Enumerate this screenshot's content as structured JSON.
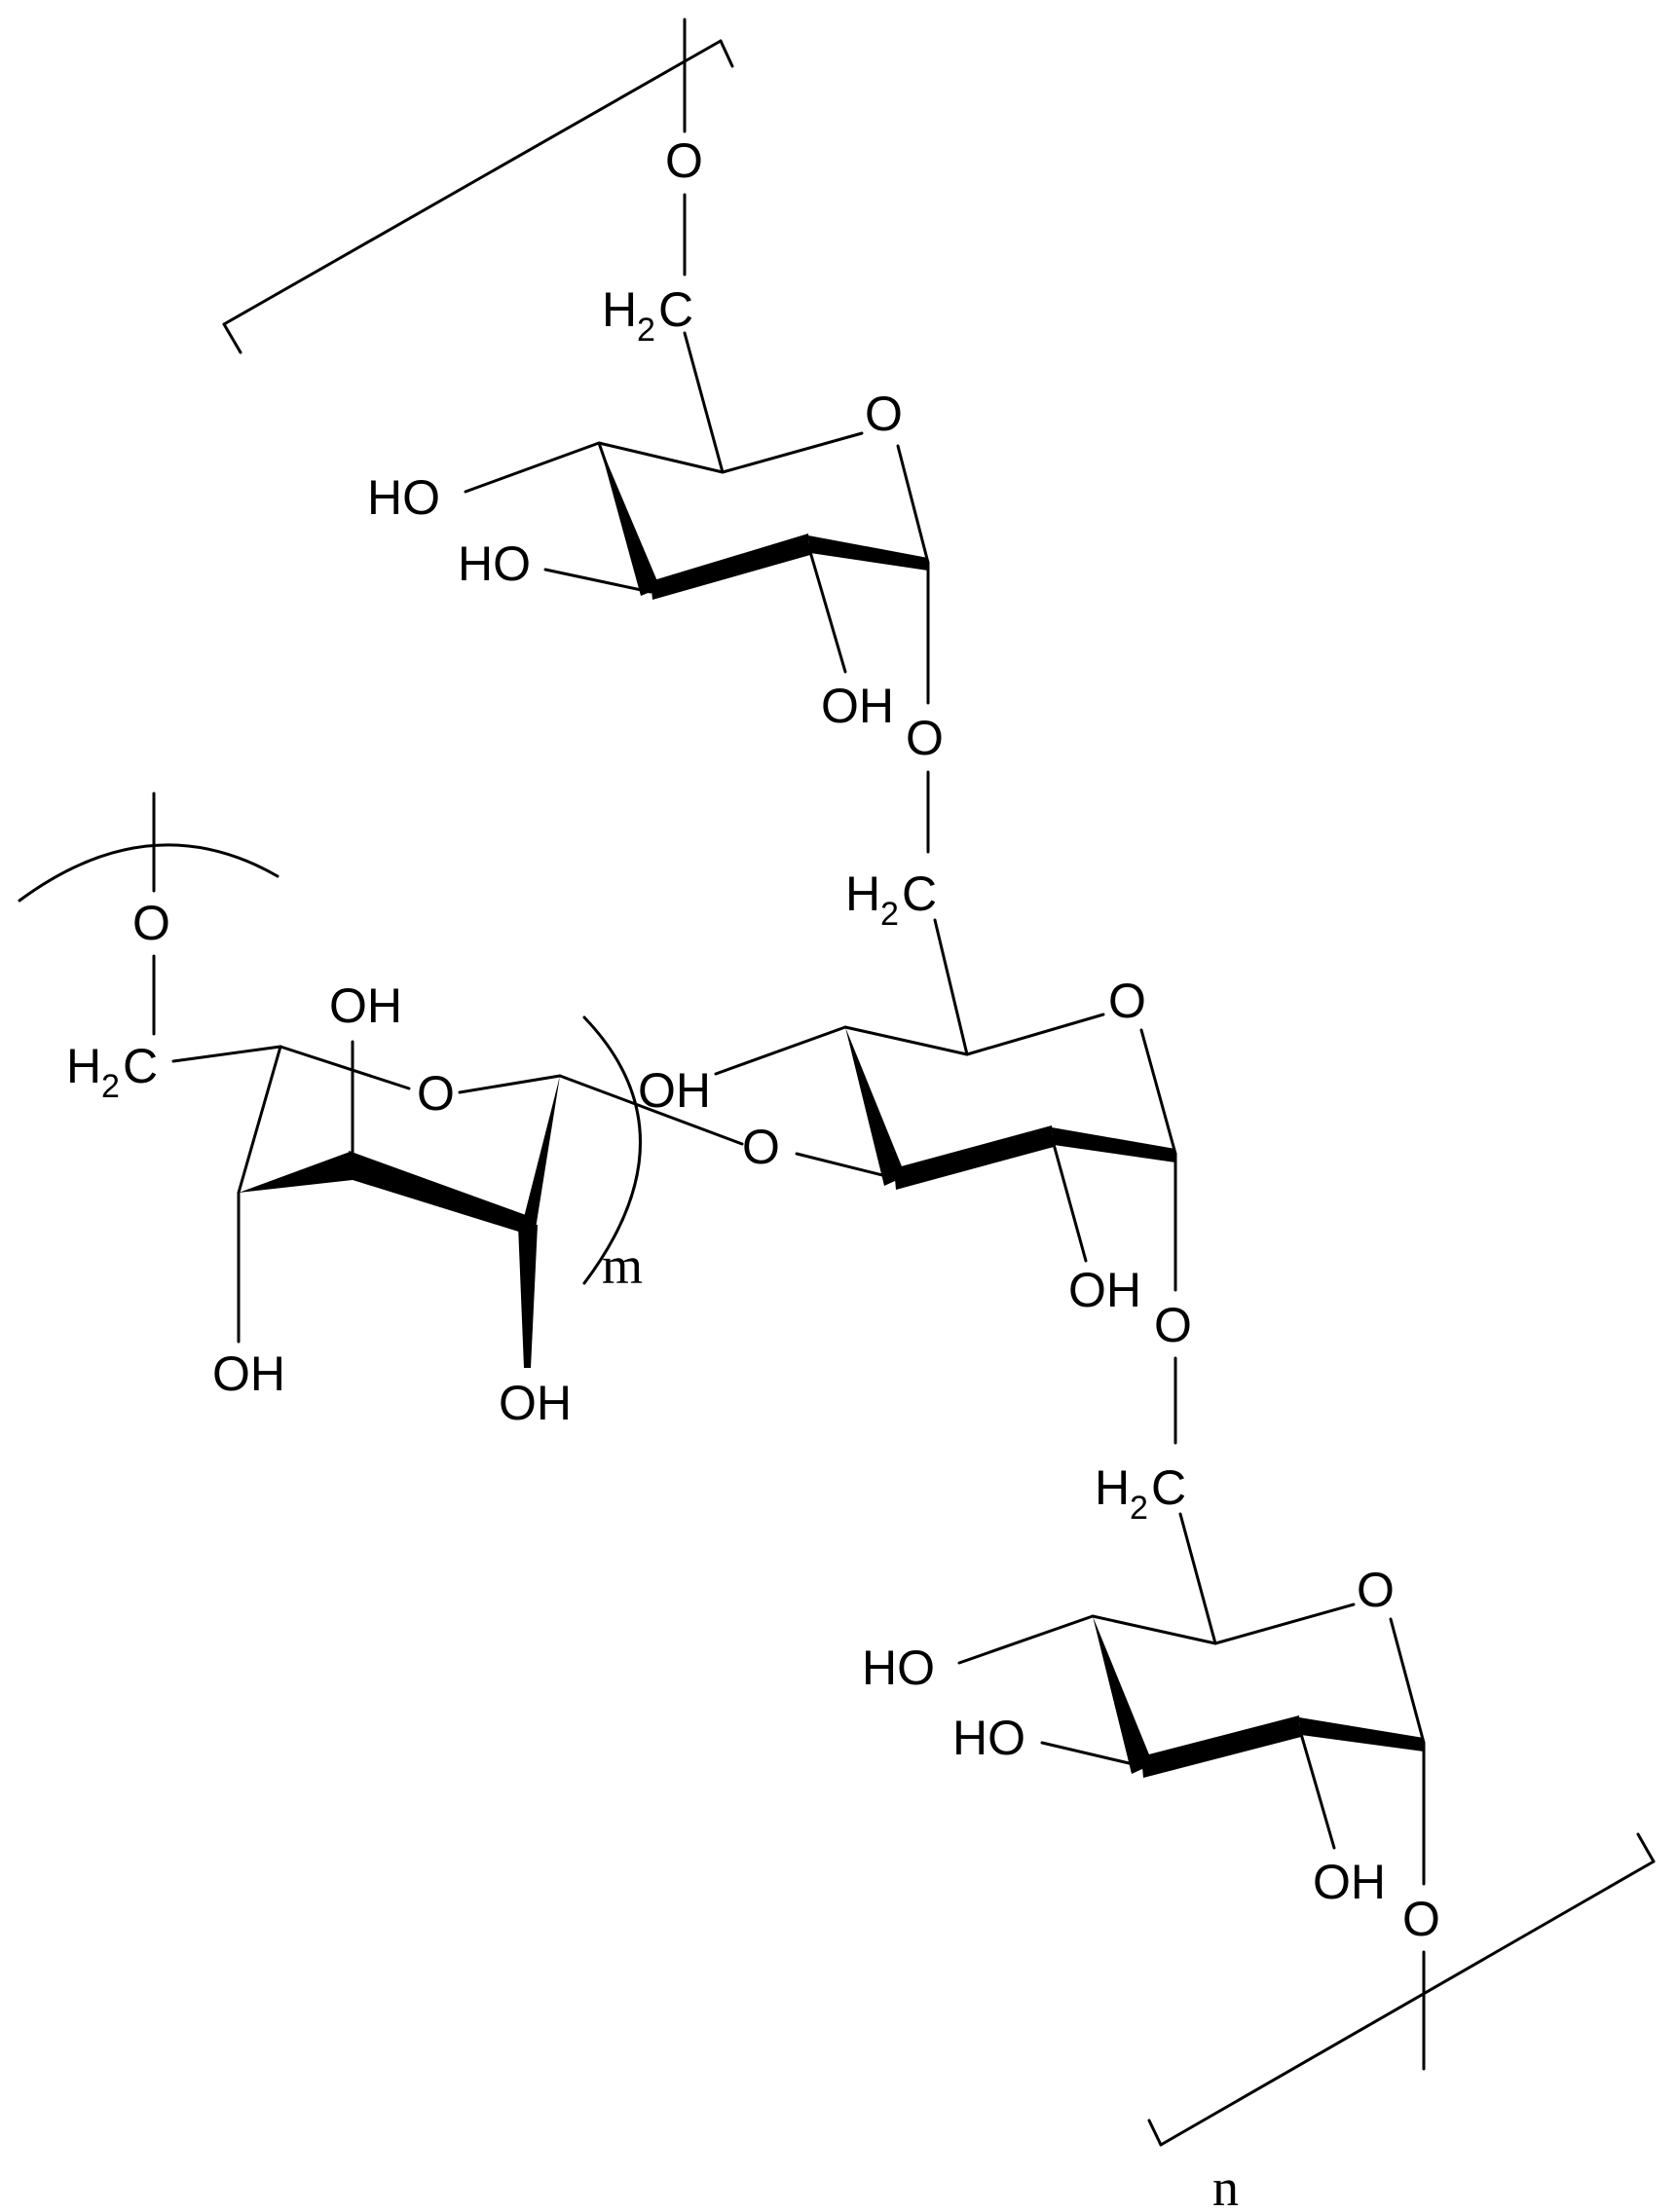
{
  "structure": {
    "labels": {
      "oxygen": "O",
      "hydroxyl_right": "OH",
      "hydroxyl_left": "HO",
      "methylene_h": "H",
      "methylene_sub": "2",
      "methylene_c": "C"
    },
    "repeat_index_m": "m",
    "repeat_index_n": "n",
    "colors": {
      "ink": "#000000",
      "background": "#ffffff"
    }
  }
}
